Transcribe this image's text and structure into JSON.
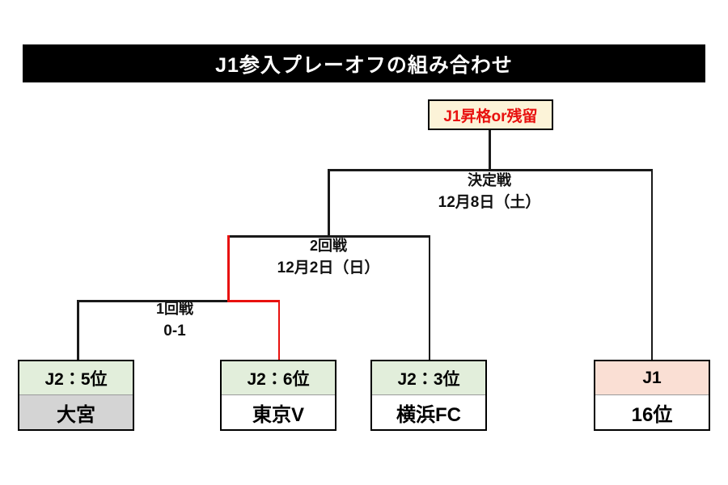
{
  "title": {
    "text": "J1参入プレーオフの組み合わせ"
  },
  "outcome": {
    "label": "J1昇格or残留",
    "color": "#e8110f",
    "background": "#fcf3d8"
  },
  "rounds": [
    {
      "id": "final",
      "name": "決定戦",
      "sub": "12月8日（土）"
    },
    {
      "id": "round2",
      "name": "2回戦",
      "sub": "12月2日（日）"
    },
    {
      "id": "round1",
      "name": "1回戦",
      "sub": "0-1"
    }
  ],
  "teams": [
    {
      "rank": "J2：5位",
      "name": "大宮",
      "rank_color": "#e2eedb",
      "name_color": "#d4d4d4",
      "status": "eliminated"
    },
    {
      "rank": "J2：6位",
      "name": "東京V",
      "rank_color": "#e2eedb",
      "name_color": "#ffffff",
      "status": "advanced"
    },
    {
      "rank": "J2：3位",
      "name": "横浜FC",
      "rank_color": "#e2eedb",
      "name_color": "#ffffff",
      "status": "waiting"
    },
    {
      "rank": "J1",
      "name": "16位",
      "rank_color": "#fadfd4",
      "name_color": "#ffffff",
      "status": "waiting"
    }
  ],
  "winner_path_color": "#e8110f",
  "line_color": "#1a1a1a"
}
